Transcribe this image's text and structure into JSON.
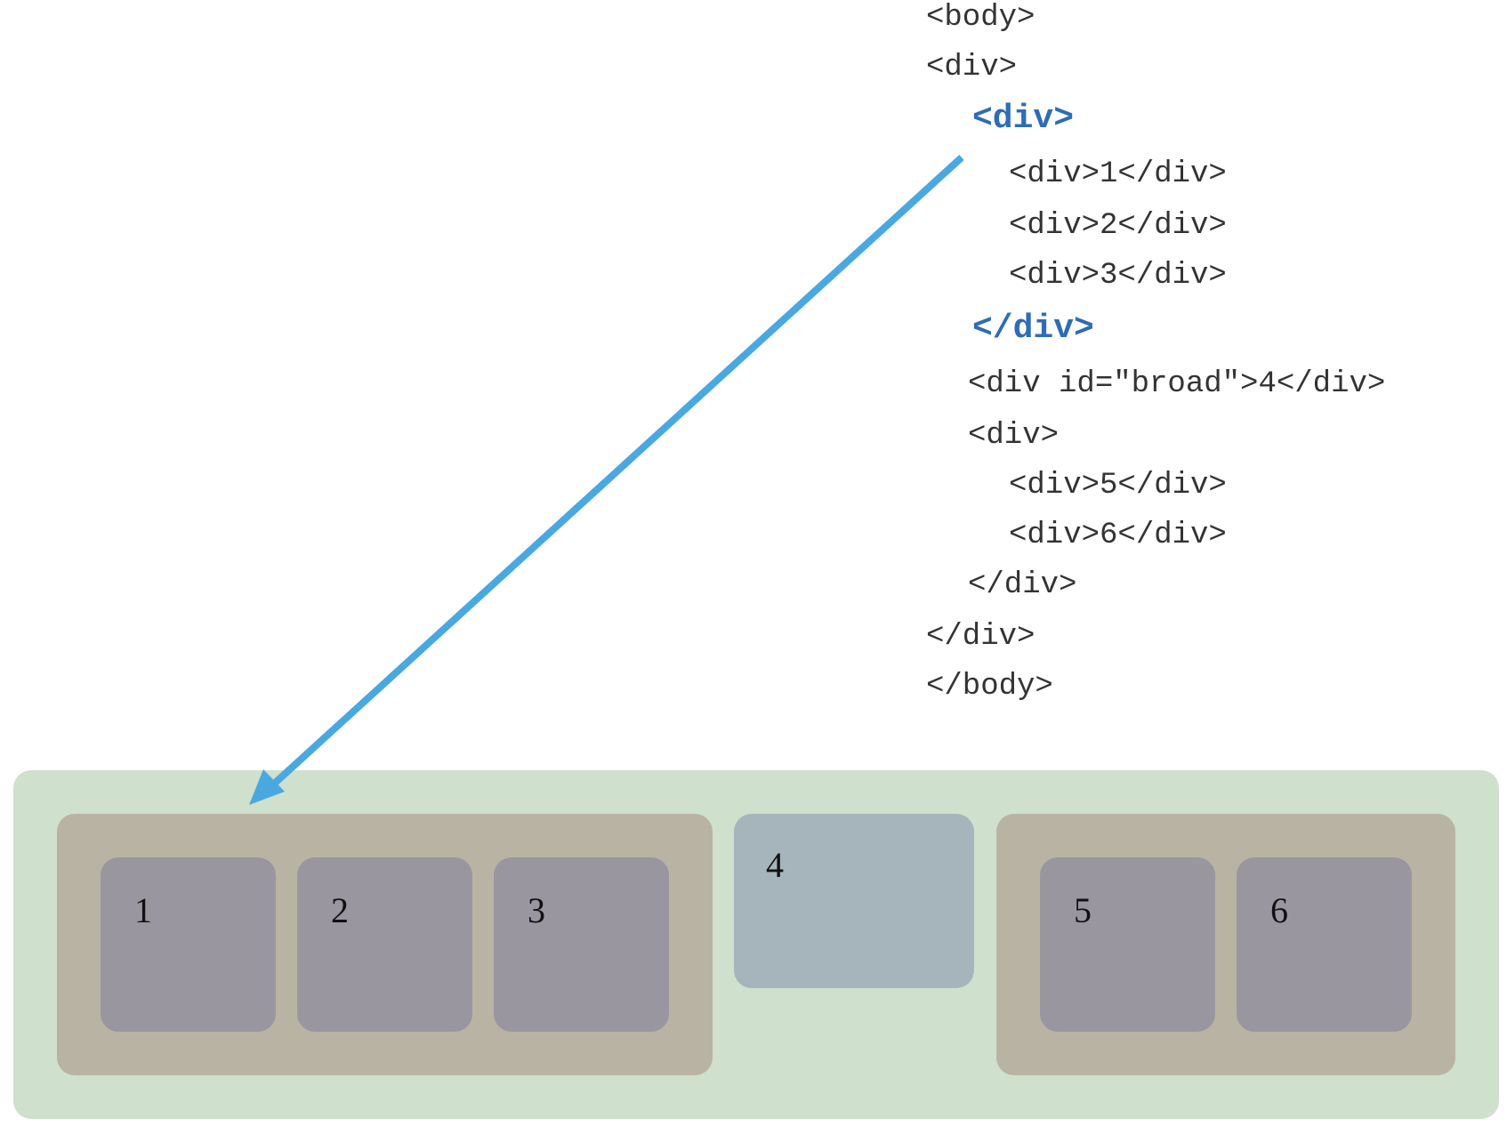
{
  "code_lines": [
    "<body>",
    "<div>",
    "<div>",
    "<div>1</div>",
    "<div>2</div>",
    "<div>3</div>",
    "</div>",
    "<div id=\"broad\">4</div>",
    "<div>",
    "<div>5</div>",
    "<div>6</div>",
    "</div>",
    "</div>",
    "</body>"
  ],
  "highlighted_lines": [
    2,
    6
  ],
  "boxes": {
    "box1": "1",
    "box2": "2",
    "box3": "3",
    "box4": "4",
    "box5": "5",
    "box6": "6"
  },
  "colors": {
    "code_text": "#333333",
    "code_highlight": "#2e6db4",
    "arrow": "#4aa8e0",
    "outer_container": "#cfe0cc",
    "group_container": "#b9b3a3",
    "item_box": "#9a96a0",
    "broad_box": "#a6b5bb"
  }
}
